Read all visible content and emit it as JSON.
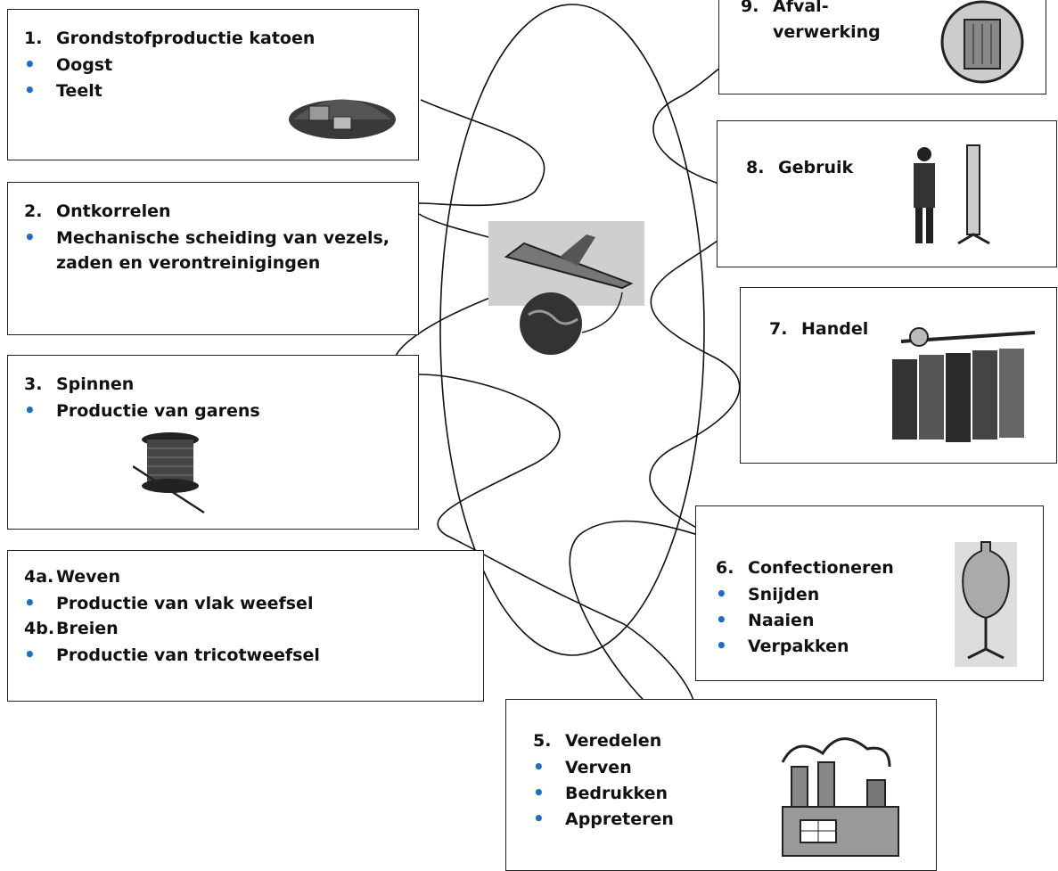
{
  "steps": {
    "s1": {
      "num": "1.",
      "title": "Grondstofproductie katoen",
      "bullets": [
        "Oogst",
        "Teelt"
      ]
    },
    "s2": {
      "num": "2.",
      "title": "Ontkorrelen",
      "bullets": [
        "Mechanische scheiding van vezels,"
      ],
      "cont": "zaden en verontreinigingen"
    },
    "s3": {
      "num": "3.",
      "title": "Spinnen",
      "bullets": [
        "Productie van garens"
      ]
    },
    "s4": {
      "num_a": "4a.",
      "title_a": "Weven",
      "bullet_a": "Productie van vlak weefsel",
      "num_b": "4b.",
      "title_b": "Breien",
      "bullet_b": "Productie van tricotweefsel"
    },
    "s5": {
      "num": "5.",
      "title": "Veredelen",
      "bullets": [
        "Verven",
        "Bedrukken",
        "Appreteren"
      ]
    },
    "s6": {
      "num": "6.",
      "title": "Confectioneren",
      "bullets": [
        "Snijden",
        "Naaien",
        "Verpakken"
      ]
    },
    "s7": {
      "num": "7.",
      "title": "Handel"
    },
    "s8": {
      "num": "8.",
      "title": "Gebruik"
    },
    "s9": {
      "num": "9.",
      "title_l1": "Afval-",
      "title_l2": "verwerking"
    }
  },
  "bullet_symbol": "•",
  "icons": {
    "s1": "cotton-field-icon",
    "s3": "thread-spool-icon",
    "center": "airplane-globe-icon",
    "s5": "factory-icon",
    "s6": "dress-form-icon",
    "s7": "clothing-rack-icon",
    "s8": "person-mirror-icon",
    "s9": "trash-can-icon"
  },
  "colors": {
    "bullet": "#1f6fc0",
    "border": "#222222"
  }
}
